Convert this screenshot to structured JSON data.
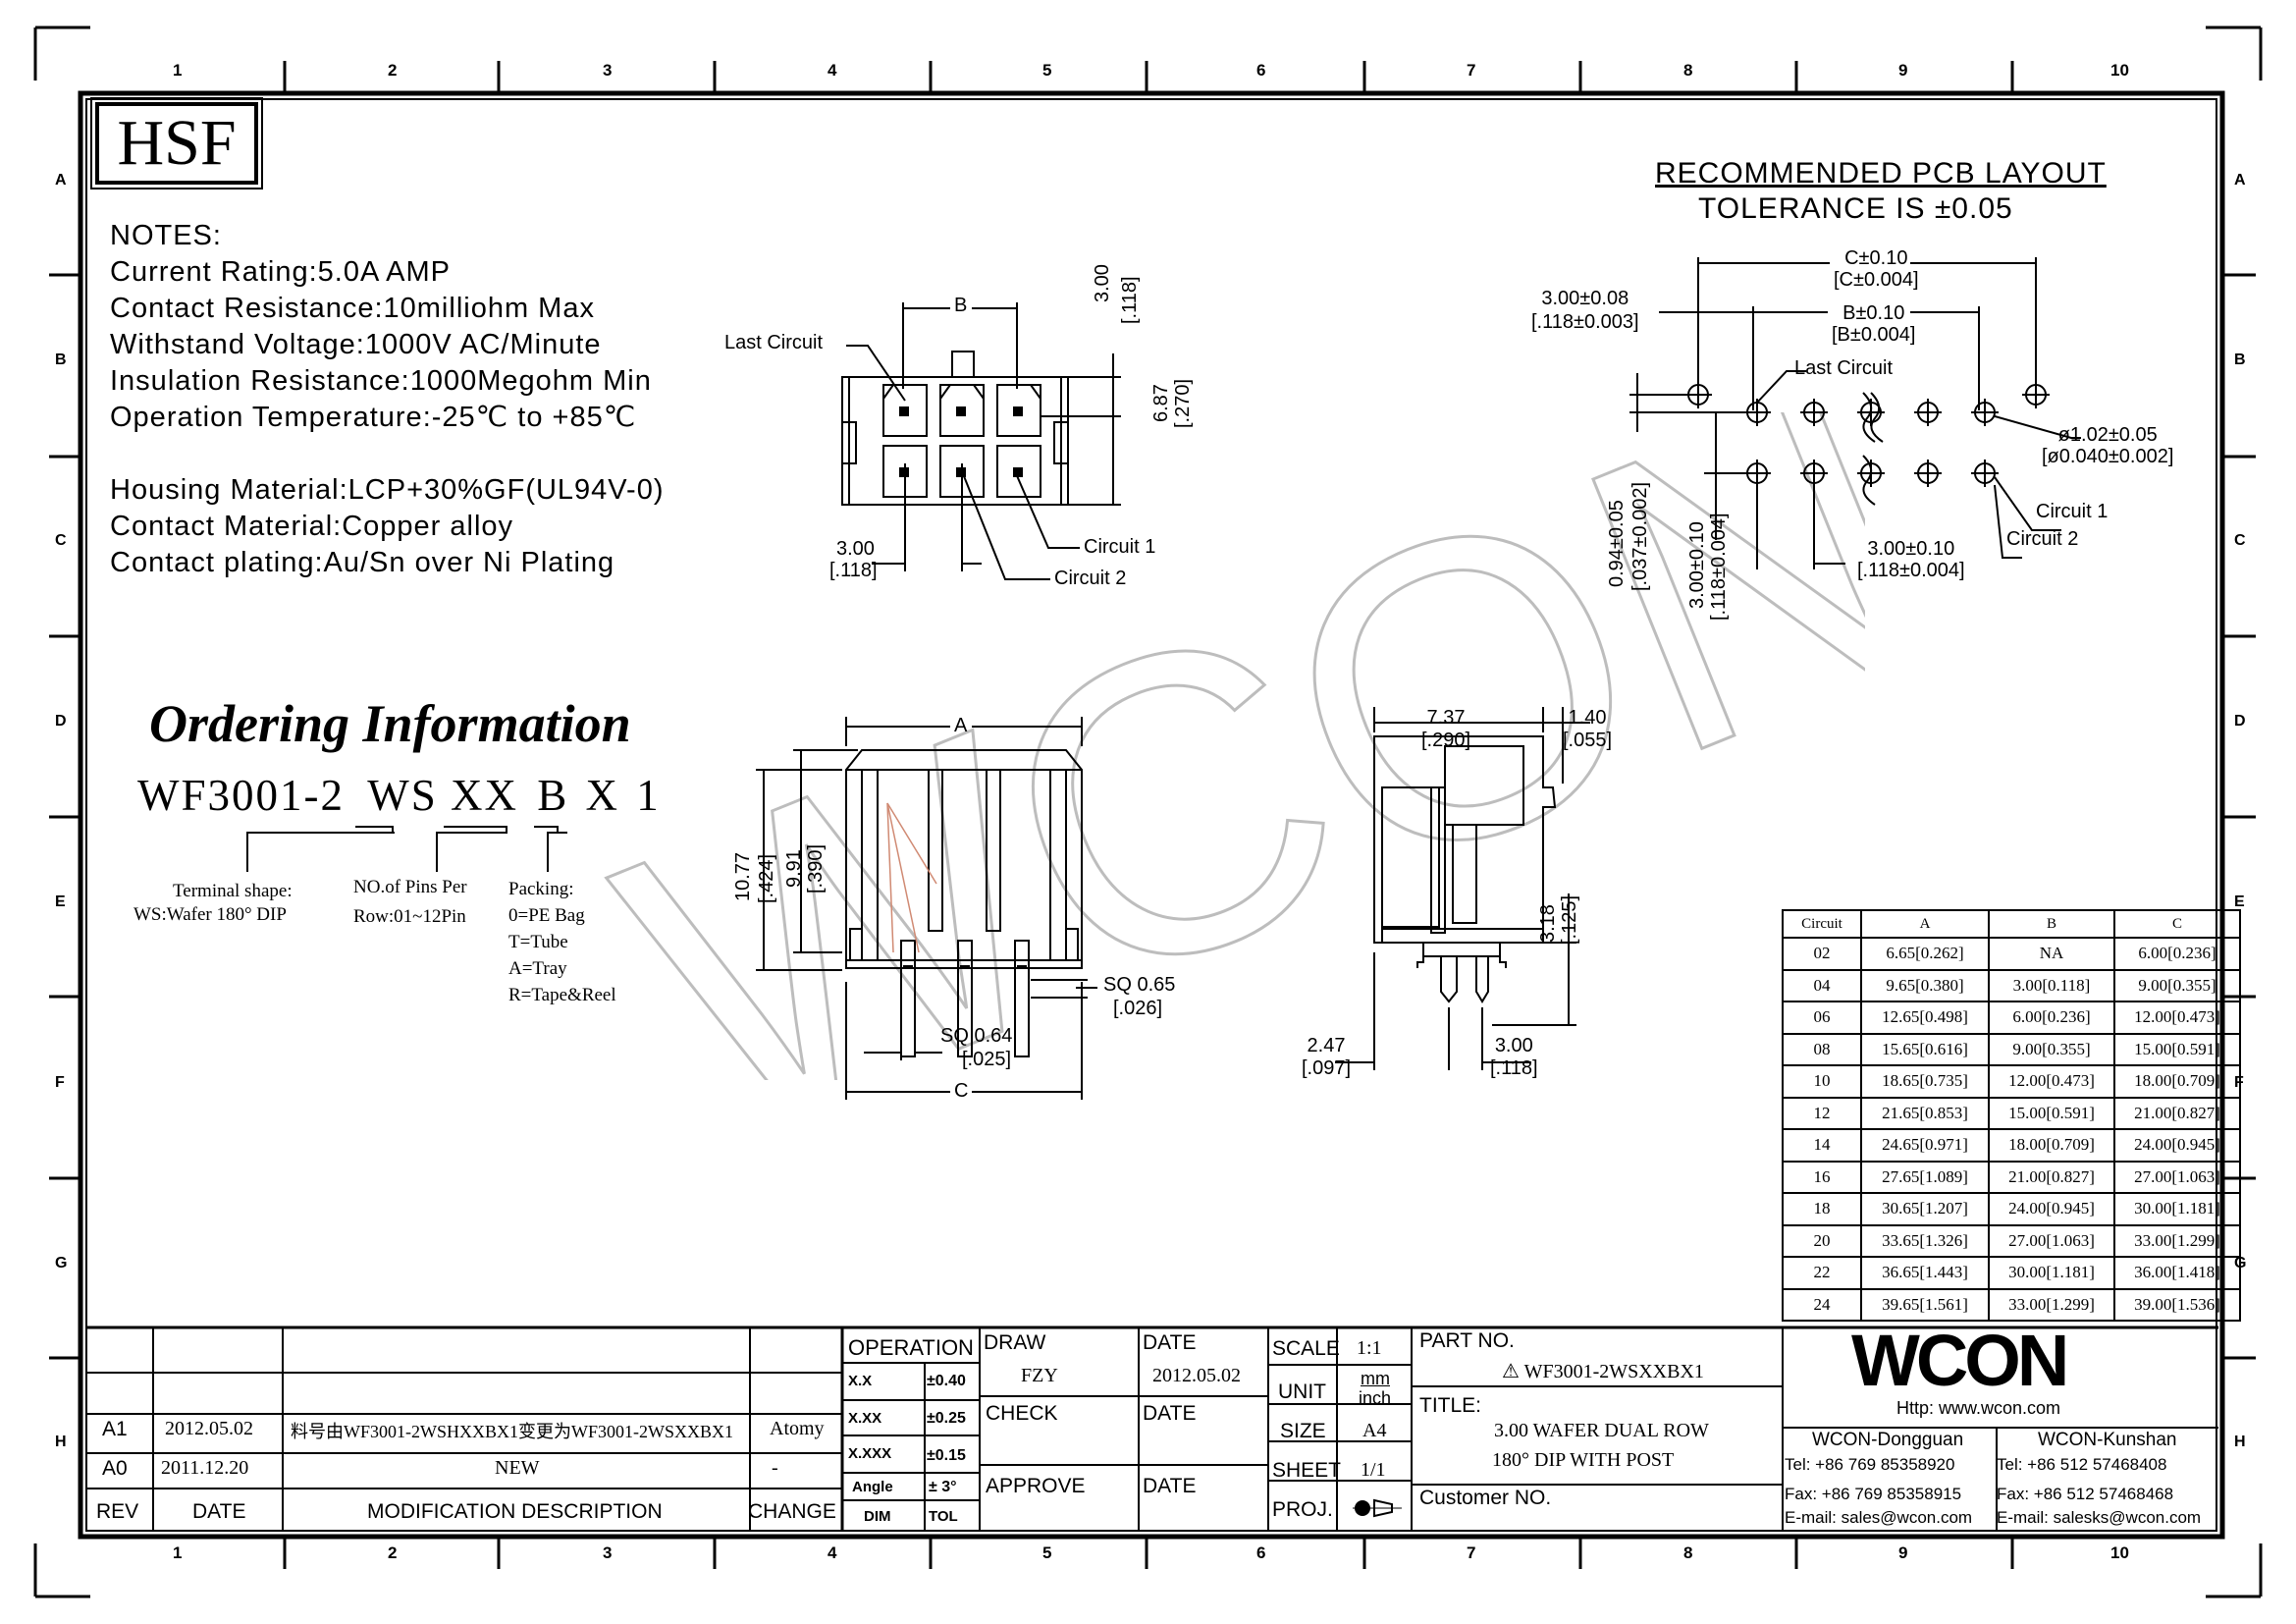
{
  "logo": "HSF",
  "notes": {
    "heading": "NOTES:",
    "electrical": [
      "Current Rating:5.0A AMP",
      "Contact Resistance:10milliohm Max",
      "Withstand Voltage:1000V AC/Minute",
      "Insulation Resistance:1000Megohm Min",
      "Operation Temperature:-25℃ to +85℃"
    ],
    "material": [
      "Housing Material:LCP+30%GF(UL94V-0)",
      "Contact Material:Copper alloy",
      "Contact plating:Au/Sn over Ni Plating"
    ]
  },
  "ordering": {
    "title": "Ordering Information",
    "code_prefix": "WF3001-2",
    "code_ws": "WS",
    "code_xx": "XX",
    "code_b": "B",
    "code_x": "X",
    "code_1": "1",
    "terminal_label": "Terminal shape:",
    "terminal_value": "WS:Wafer 180°  DIP",
    "pins_label": "NO.of Pins Per",
    "pins_value": "Row:01~12Pin",
    "packing_label": "Packing:",
    "packing_options": [
      "0=PE Bag",
      "T=Tube",
      "A=Tray",
      "R=Tape&Reel"
    ]
  },
  "grid": {
    "columns": [
      "1",
      "2",
      "3",
      "4",
      "5",
      "6",
      "7",
      "8",
      "9",
      "10"
    ],
    "rows": [
      "A",
      "B",
      "C",
      "D",
      "E",
      "F",
      "G",
      "H"
    ]
  },
  "top_view": {
    "b_label": "B",
    "last_circuit": "Last  Circuit",
    "pitch_v": "3.00",
    "pitch_v_in": "[.118]",
    "height": "6.87",
    "height_in": "[.270]",
    "pitch_h": "3.00",
    "pitch_h_in": "[.118]",
    "circuit1": "Circuit  1",
    "circuit2": "Circuit  2"
  },
  "front_view": {
    "a_label": "A",
    "c_label": "C",
    "h1": "10.77",
    "h1_in": "[.424]",
    "h2": "9.91",
    "h2_in": "[.390]",
    "sq1": "SQ  0.65",
    "sq1_in": "[.026]",
    "sq2": "SQ  0.64",
    "sq2_in": "[.025]"
  },
  "side_view": {
    "w1": "7.37",
    "w1_in": "[.290]",
    "w2": "1.40",
    "w2_in": "[.055]",
    "h": "3.18",
    "h_in": "[.125]",
    "d1": "2.47",
    "d1_in": "[.097]",
    "d2": "3.00",
    "d2_in": "[.118]"
  },
  "pcb": {
    "title": "RECOMMENDED  PCB  LAYOUT",
    "tolerance": "TOLERANCE  IS  ±0.05",
    "c_dim": "C±0.10",
    "c_dim_in": "[C±0.004]",
    "b_dim": "B±0.10",
    "b_dim_in": "[B±0.004]",
    "offset": "3.00±0.08",
    "offset_in": "[.118±0.003]",
    "last_circuit": "Last  Circuit",
    "hole": "ø1.02±0.05",
    "hole_in": "[ø0.040±0.002]",
    "circuit1": "Circuit  1",
    "circuit2": "Circuit  2",
    "pitch": "3.00±0.10",
    "pitch_in": "[.118±0.004]",
    "v1": "0.94±0.05",
    "v1_in": "[.037±0.002]",
    "v2": "3.00±0.10",
    "v2_in": "[.118±0.004]"
  },
  "circuit_table": {
    "headers": [
      "Circuit",
      "A",
      "B",
      "C"
    ],
    "rows": [
      [
        "02",
        "6.65[0.262]",
        "NA",
        "6.00[0.236]"
      ],
      [
        "04",
        "9.65[0.380]",
        "3.00[0.118]",
        "9.00[0.355]"
      ],
      [
        "06",
        "12.65[0.498]",
        "6.00[0.236]",
        "12.00[0.473]"
      ],
      [
        "08",
        "15.65[0.616]",
        "9.00[0.355]",
        "15.00[0.591]"
      ],
      [
        "10",
        "18.65[0.735]",
        "12.00[0.473]",
        "18.00[0.709]"
      ],
      [
        "12",
        "21.65[0.853]",
        "15.00[0.591]",
        "21.00[0.827]"
      ],
      [
        "14",
        "24.65[0.971]",
        "18.00[0.709]",
        "24.00[0.945]"
      ],
      [
        "16",
        "27.65[1.089]",
        "21.00[0.827]",
        "27.00[1.063]"
      ],
      [
        "18",
        "30.65[1.207]",
        "24.00[0.945]",
        "30.00[1.181]"
      ],
      [
        "20",
        "33.65[1.326]",
        "27.00[1.063]",
        "33.00[1.299]"
      ],
      [
        "22",
        "36.65[1.443]",
        "30.00[1.181]",
        "36.00[1.418]"
      ],
      [
        "24",
        "39.65[1.561]",
        "33.00[1.299]",
        "39.00[1.536]"
      ]
    ]
  },
  "title_block": {
    "revisions": [
      {
        "rev": "A1",
        "date": "2012.05.02",
        "desc": "料号由WF3001-2WSHXXBX1变更为WF3001-2WSXXBX1",
        "change": "Atomy"
      },
      {
        "rev": "A0",
        "date": "2011.12.20",
        "desc": "NEW",
        "change": "-"
      }
    ],
    "rev_header": "REV",
    "date_header": "DATE",
    "desc_header": "MODIFICATION  DESCRIPTION",
    "change_header": "CHANGE",
    "operation": "OPERATION",
    "tolerances": [
      [
        "X.X",
        "±0.40"
      ],
      [
        "X.XX",
        "±0.25"
      ],
      [
        "X.XXX",
        "±0.15"
      ],
      [
        "Angle",
        "±  3°"
      ]
    ],
    "dim": "DIM",
    "tol": "TOL",
    "draw": "DRAW",
    "drawer": "FZY",
    "date_label": "DATE",
    "draw_date": "2012.05.02",
    "check": "CHECK",
    "approve": "APPROVE",
    "scale_label": "SCALE",
    "scale": "1:1",
    "unit_label": "UNIT",
    "unit_mm": "mm",
    "unit_inch": "inch",
    "size_label": "SIZE",
    "size": "A4",
    "sheet_label": "SHEET",
    "sheet": "1/1",
    "proj_label": "PROJ.",
    "part_label": "PART  NO.",
    "part_no": "WF3001-2WSXXBX1",
    "title_label": "TITLE:",
    "title_line1": "3.00 WAFER DUAL ROW",
    "title_line2": "180°  DIP WITH POST",
    "customer_label": "Customer  NO.",
    "company_logo": "WCON",
    "website": "Http:  www.wcon.com",
    "dongguan": {
      "name": "WCON-Dongguan",
      "tel": "Tel: +86 769 85358920",
      "fax": "Fax: +86 769 85358915",
      "email": "E-mail: sales@wcon.com"
    },
    "kunshan": {
      "name": "WCON-Kunshan",
      "tel": "Tel: +86 512 57468408",
      "fax": "Fax: +86 512 57468468",
      "email": "E-mail: salesks@wcon.com"
    }
  },
  "watermark": "WCON"
}
